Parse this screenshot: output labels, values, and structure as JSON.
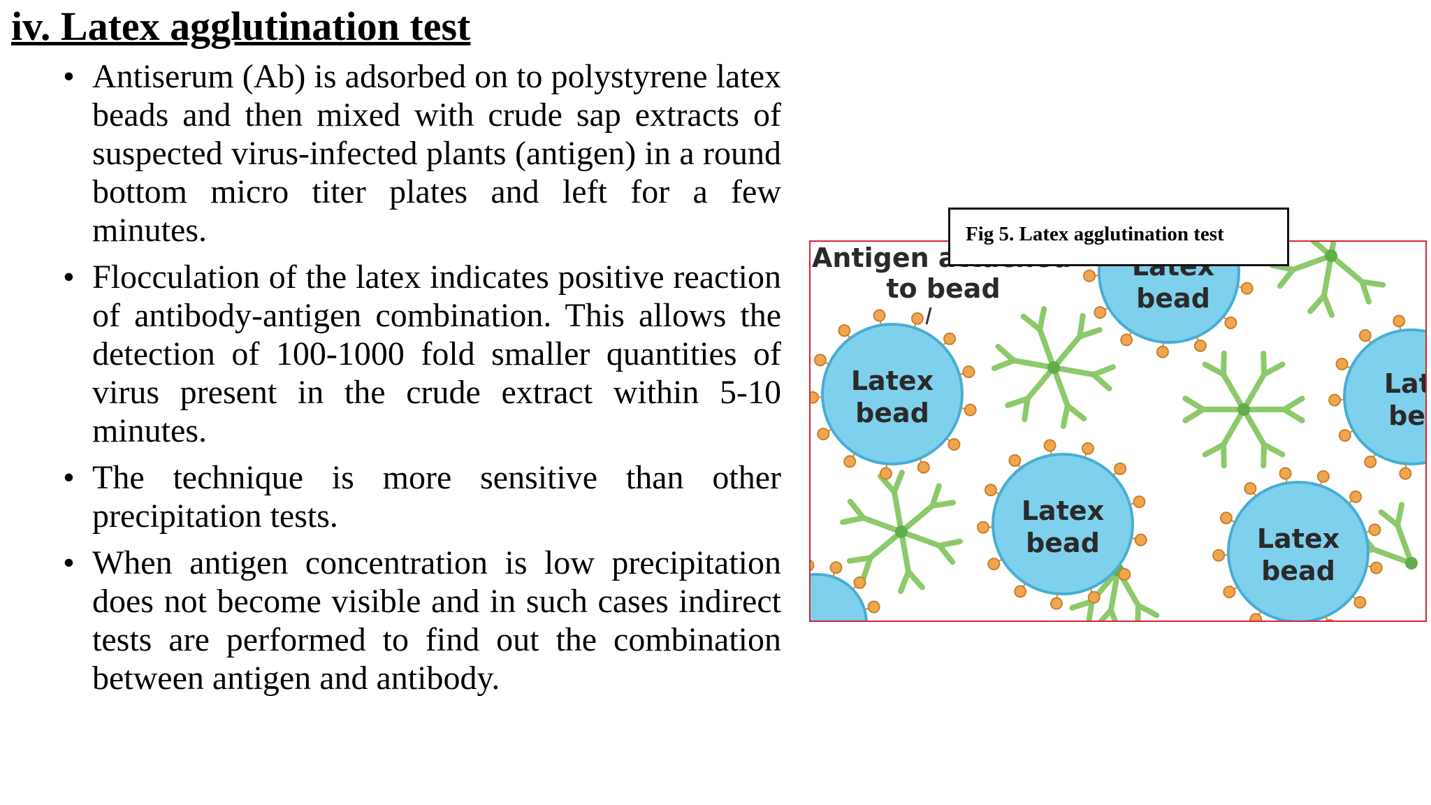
{
  "title": "iv. Latex agglutination test",
  "bullets": [
    "Antiserum (Ab) is adsorbed on to polystyrene latex beads and then mixed with crude sap extracts of suspected virus-infected plants (antigen) in a round bottom micro titer plates and left for a few minutes.",
    "Flocculation of the latex indicates positive reaction of antibody-antigen combination. This allows the detection of 100-1000 fold smaller quantities of virus present in the crude extract within 5-10 minutes.",
    "The technique is more sensitive than other precipitation tests.",
    "When antigen concentration is low precipitation does not become visible and in such cases indirect tests are performed to find out the combination between antigen and antibody."
  ],
  "bullet_symbol": "•",
  "figure": {
    "caption": "Fig 5. Latex agglutination test",
    "antigen_label_line1": "Antigen attached",
    "antigen_label_line2": "to bead",
    "bead_label_line1": "Latex",
    "bead_label_line2": "bead",
    "colors": {
      "bead_fill": "#7fd0ec",
      "bead_edge": "#45aed6",
      "antigen": "#f0a64e",
      "antibody": "#8cc96a",
      "frame": "#d7262e"
    }
  }
}
